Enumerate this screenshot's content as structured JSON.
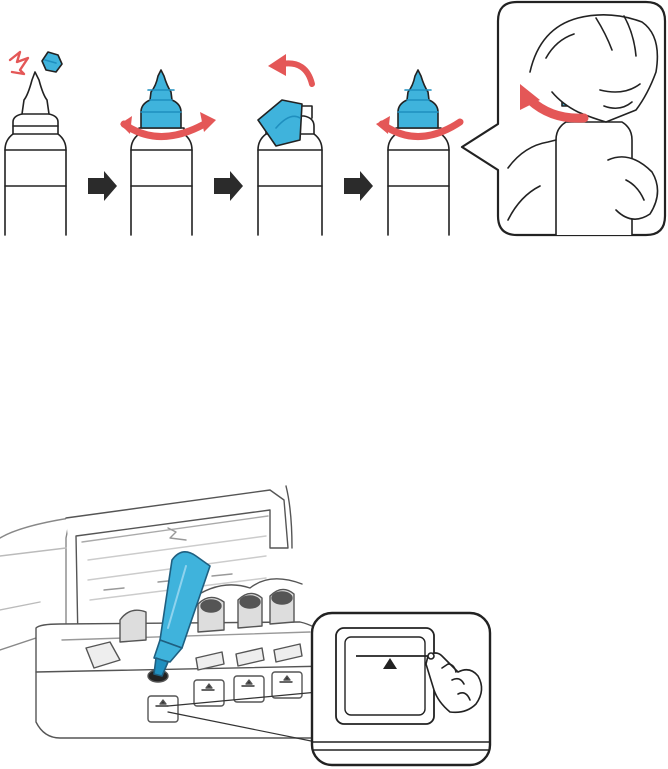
{
  "figure": {
    "kind": "ink-refill-instruction-illustration",
    "text": []
  },
  "colors": {
    "accent_blue": "#3fb3dc",
    "accent_blue_dark": "#1f8fbf",
    "arrow_red": "#e45757",
    "line": "#222222",
    "light_line": "#bdbdbd",
    "arrow_dark": "#2b2b2b"
  },
  "steps": [
    {
      "id": "step-1",
      "action": "snap-off-cap",
      "icons": [
        "bottle-icon",
        "cap-icon",
        "spark-icon"
      ]
    },
    {
      "id": "step-2",
      "action": "twist-off-nozzle",
      "icons": [
        "bottle-icon",
        "twist-arrow-icon"
      ]
    },
    {
      "id": "step-3",
      "action": "peel-off-seal",
      "icons": [
        "bottle-icon",
        "seal-icon",
        "curved-arrow-icon"
      ]
    },
    {
      "id": "step-4",
      "action": "twist-on-nozzle",
      "icons": [
        "bottle-icon",
        "twist-arrow-icon"
      ]
    },
    {
      "id": "step-5",
      "action": "tighten-by-hand-zoom",
      "icons": [
        "hand-icon",
        "twist-arrow-icon"
      ]
    }
  ],
  "flow_arrows": 3,
  "lower_panel": {
    "action": "fill-ink-tank-to-upper-line",
    "icons": [
      "printer-icon",
      "ink-bottle-icon",
      "ink-tank-icon",
      "zoom-callout-icon",
      "fill-line-marker-icon",
      "pointing-hand-icon"
    ]
  }
}
